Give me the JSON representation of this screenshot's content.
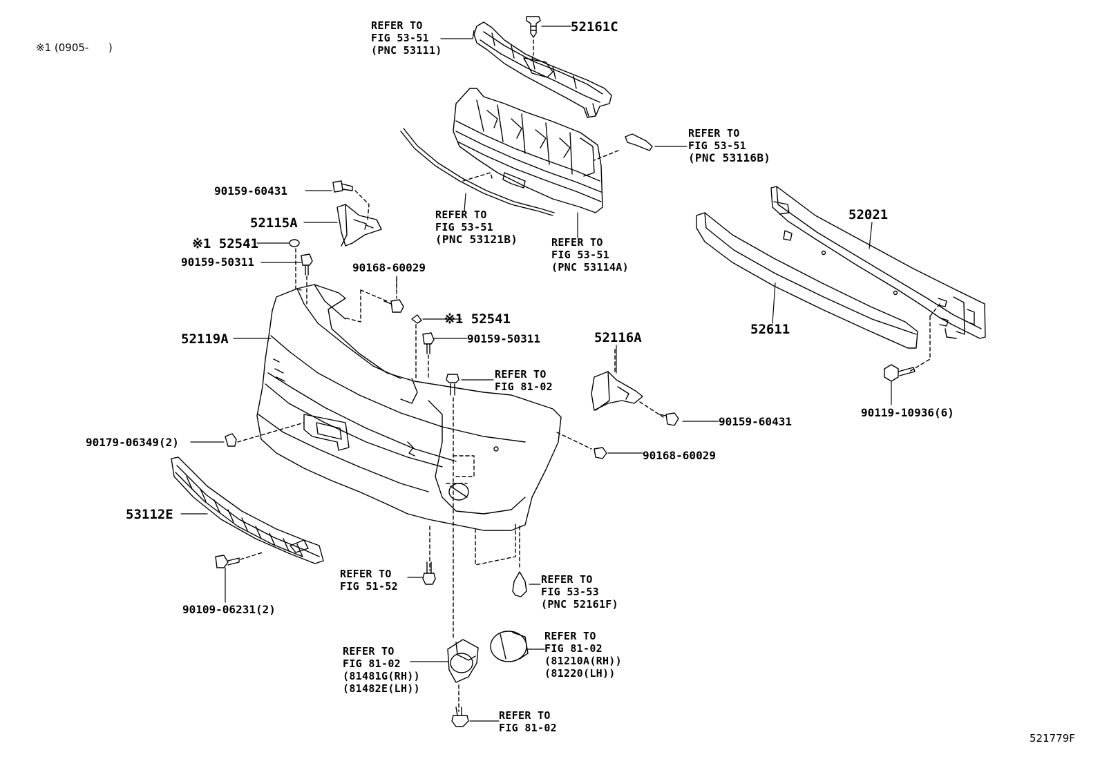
{
  "note": "※1 (0905-      )",
  "figure_id": "521779F",
  "parts": {
    "p52161C": "52161C",
    "p52115A": "52115A",
    "p52541_top": "※1 52541",
    "p52541_mid": "※1 52541",
    "p52119A": "52119A",
    "p52116A": "52116A",
    "p52021": "52021",
    "p52611": "52611",
    "p53112E": "53112E",
    "b90159_60431_top": "90159-60431",
    "b90159_50311_top": "90159-50311",
    "b90168_60029_top": "90168-60029",
    "b90159_50311_mid": "90159-50311",
    "b90159_60431_right": "90159-60431",
    "b90168_60029_right": "90168-60029",
    "b90119_10936": "90119-10936(6)",
    "b90179_06349": "90179-06349(2)",
    "b90109_06231": "90109-06231(2)"
  },
  "refs": {
    "r1": {
      "l1": "REFER TO",
      "l2": "FIG 53-51",
      "l3": "(PNC 53111)"
    },
    "r2": {
      "l1": "REFER TO",
      "l2": "FIG 53-51",
      "l3": "(PNC 53116B)"
    },
    "r3": {
      "l1": "REFER TO",
      "l2": "FIG 53-51",
      "l3": "(PNC 53121B)"
    },
    "r4": {
      "l1": "REFER TO",
      "l2": "FIG 53-51",
      "l3": "(PNC 53114A)"
    },
    "r5": {
      "l1": "REFER TO",
      "l2": "FIG 81-02"
    },
    "r6": {
      "l1": "REFER TO",
      "l2": "FIG 51-52"
    },
    "r7": {
      "l1": "REFER TO",
      "l2": "FIG 53-53",
      "l3": "(PNC 52161F)"
    },
    "r8": {
      "l1": "REFER TO",
      "l2": "FIG 81-02",
      "l3": "(81481G(RH))",
      "l4": "(81482E(LH))"
    },
    "r9": {
      "l1": "REFER TO",
      "l2": "FIG 81-02",
      "l3": "(81210A(RH))",
      "l4": "(81220(LH))"
    },
    "r10": {
      "l1": "REFER TO",
      "l2": "FIG 81-02"
    }
  }
}
